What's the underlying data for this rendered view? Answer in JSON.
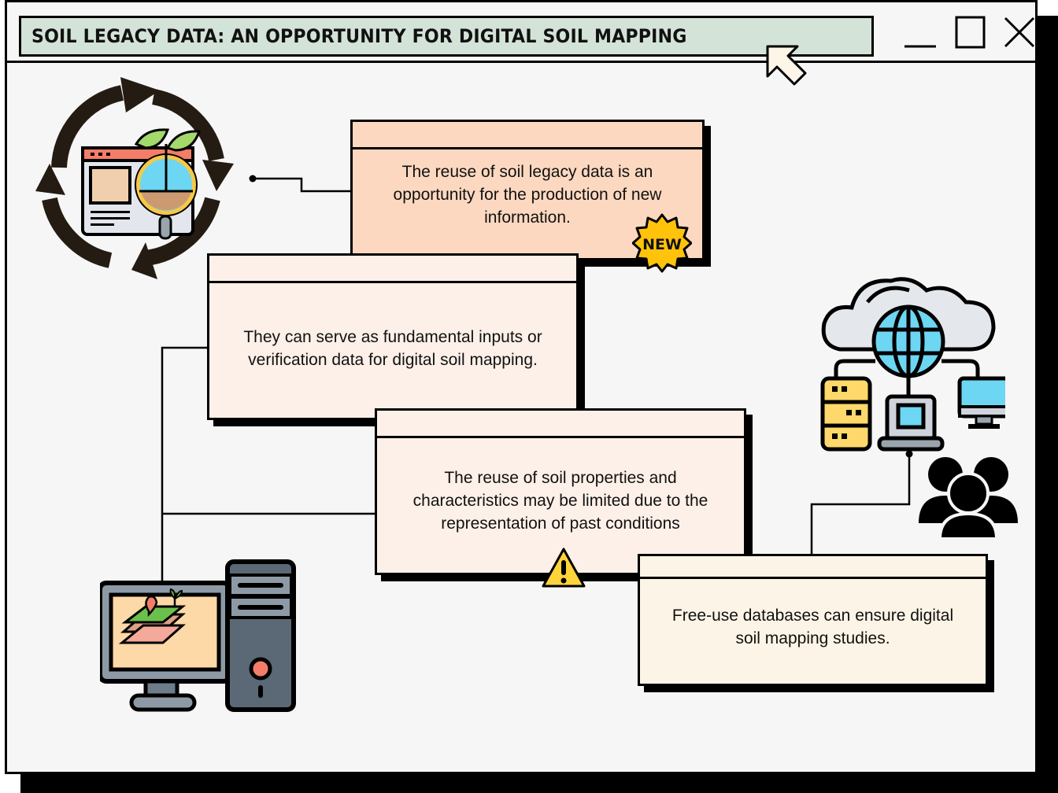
{
  "window": {
    "title": "SOIL LEGACY DATA: AN OPPORTUNITY FOR DIGITAL SOIL MAPPING",
    "controls": [
      "minimize",
      "maximize",
      "close"
    ]
  },
  "cards": [
    {
      "id": "card-1",
      "text": "The reuse of soil legacy data is an opportunity for the production of new information.",
      "badge": "NEW",
      "fill": "#fdd8c0"
    },
    {
      "id": "card-2",
      "text": "They can serve as fundamental inputs or verification data for digital soil mapping.",
      "fill": "#fdf0e8"
    },
    {
      "id": "card-3",
      "text": "The reuse of soil properties and characteristics may be limited due to the representation of past conditions",
      "badge": "warning",
      "fill": "#fdf0e8"
    },
    {
      "id": "card-4",
      "text": "Free-use databases can ensure digital soil mapping studies.",
      "fill": "#fcf4e6"
    }
  ],
  "icons": {
    "top_left": "recycle-data-plant-magnifier-icon",
    "top_right": "cloud-network-icon",
    "people": "users-group-icon",
    "bottom_left": "computer-soil-map-icon",
    "cursor": "pointer-cursor-icon"
  },
  "colors": {
    "title_bg": "#d4e3d7",
    "window_bg": "#f6f6f6",
    "badge_yellow": "#ffc30b",
    "warning_yellow": "#ffd43b"
  }
}
